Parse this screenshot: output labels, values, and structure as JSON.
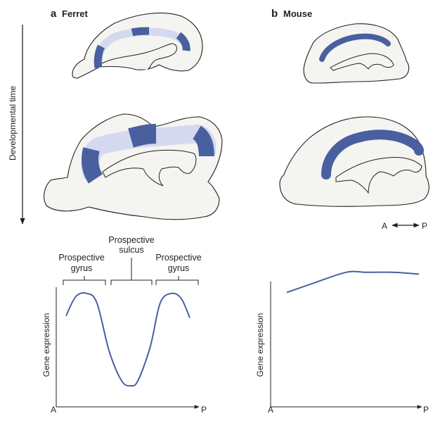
{
  "panels": [
    {
      "letter": "a",
      "name": "Ferret",
      "gene_expression_label": "Gene expression",
      "x_start_label": "A",
      "x_end_label": "P",
      "regions": [
        {
          "line1": "Prospective",
          "line2": "gyrus"
        },
        {
          "line1": "Prospective",
          "line2": "sulcus"
        },
        {
          "line1": "Prospective",
          "line2": "gyrus"
        }
      ]
    },
    {
      "letter": "b",
      "name": "Mouse",
      "gene_expression_label": "Gene expression",
      "x_start_label": "A",
      "x_end_label": "P",
      "ap_arrow_start": "A",
      "ap_arrow_end": "P"
    }
  ],
  "time_axis_label": "Developmental time",
  "colors": {
    "expression_dark": "#4a5fa0",
    "expression_light": "#d5d9f0",
    "brain_fill": "#f4f4f0",
    "outline": "#231f20"
  },
  "chart_data": [
    {
      "type": "line",
      "series": [
        {
          "x": [
            0.0,
            0.08,
            0.17,
            0.25,
            0.35,
            0.45,
            0.52,
            0.58,
            0.68,
            0.76,
            0.85,
            0.93,
            1.0
          ],
          "y": [
            0.72,
            0.92,
            0.95,
            0.85,
            0.35,
            0.05,
            0.0,
            0.05,
            0.4,
            0.85,
            0.95,
            0.9,
            0.7
          ]
        }
      ]
    },
    {
      "type": "line",
      "series": [
        {
          "x": [
            0.0,
            0.2,
            0.45,
            0.6,
            0.8,
            1.0
          ],
          "y": [
            0.71,
            0.76,
            0.82,
            0.82,
            0.82,
            0.81
          ]
        }
      ]
    }
  ]
}
